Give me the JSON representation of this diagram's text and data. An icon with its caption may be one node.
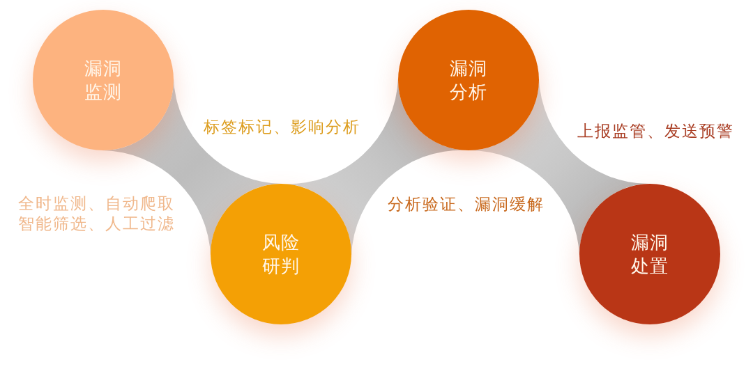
{
  "diagram": {
    "nodes": [
      {
        "text": [
          "漏洞监测"
        ],
        "beside": [
          "全时监测、自动爬取智能筛选、人工过滤"
        ]
      },
      {
        "text": [
          "风险研判"
        ],
        "beside": [
          "标签标记、影响分析"
        ]
      },
      {
        "text": [
          "漏洞分析"
        ],
        "beside": [
          "分析验证、漏洞缓解"
        ]
      },
      {
        "text": [
          "漏洞处置"
        ],
        "beside": [
          "上报监管、发送预警"
        ]
      }
    ],
    "edges": [
      {
        "from": 0,
        "to": 1,
        "arrow": "none"
      },
      {
        "from": 1,
        "to": 2,
        "arrow": "none"
      },
      {
        "from": 2,
        "to": 3,
        "arrow": "none"
      }
    ]
  }
}
